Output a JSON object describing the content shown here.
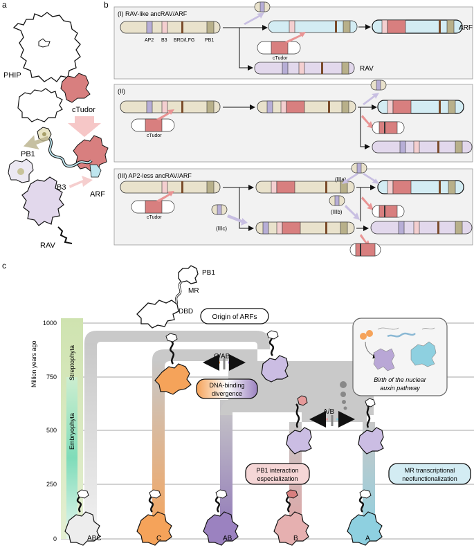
{
  "panel_labels": {
    "a": "a",
    "b": "b",
    "c": "c"
  },
  "panel_a": {
    "labels": {
      "phip": "PHIP",
      "ctudor": "cTudor",
      "pb1": "PB1",
      "b3": "B3",
      "arf": "ARF",
      "rav": "RAV"
    }
  },
  "panel_b": {
    "section_titles": {
      "s1": "(I)  RAV-like ancRAV/ARF",
      "s2": "(II)",
      "s3": "(III) AP2-less ancRAV/ARF"
    },
    "domain_labels": {
      "ap2": "AP2",
      "b3": "B3",
      "brd": "BRD/LFG",
      "pb1": "PB1"
    },
    "ctudor": "cTudor",
    "outcomes": {
      "arf": "ARF",
      "rav": "RAV"
    },
    "sub_labels": {
      "iiia": "(IIIa)",
      "iiib": "(IIIb)",
      "iiic": "(IIIc)"
    }
  },
  "panel_c": {
    "yaxis_label": "Million years ago",
    "yticks": [
      "1000",
      "750",
      "500",
      "250",
      "0"
    ],
    "bars": {
      "streptophyta": "Streptophyta",
      "embryophyta": "Embryophyta"
    },
    "domains": {
      "pb1": "PB1",
      "mr": "MR",
      "dbd": "DBD"
    },
    "boxes": {
      "origin": "Origin of ARFs",
      "dna1": "DNA-binding",
      "dna2": "divergence",
      "pb1_1": "PB1 interaction",
      "pb1_2": "especialization",
      "mr1": "MR transcriptional",
      "mr2": "neofunctionalization",
      "birth1": "Birth of the nuclear",
      "birth2": "auxin pathway"
    },
    "splits": {
      "cab": "C/AB",
      "ab": "A/B"
    },
    "leaves": [
      "ABC",
      "C",
      "AB",
      "B",
      "A"
    ],
    "colors": {
      "abc": "#d9d9d9",
      "c": "#f5a35a",
      "ab": "#9b82c0",
      "b": "#e0a2a2",
      "a": "#8ed0e0"
    }
  }
}
